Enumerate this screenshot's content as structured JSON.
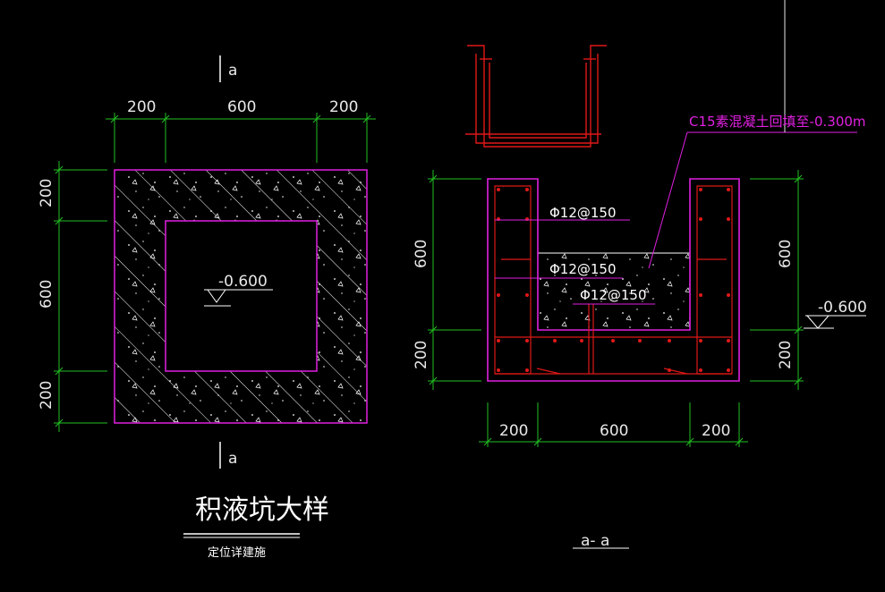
{
  "colors": {
    "background": "#000000",
    "dimension": "#22c022",
    "outline": "#e020e0",
    "rebar": "#e01818",
    "text": "#ffffff",
    "hatch": "#ffffff"
  },
  "plan": {
    "section_mark_top": "a",
    "section_mark_bottom": "a",
    "dim_top": [
      "200",
      "600",
      "200"
    ],
    "dim_left": [
      "200",
      "600",
      "200"
    ],
    "level": "-0.600",
    "title": "积液坑大样",
    "subtitle": "定位详建施"
  },
  "section": {
    "note": "C15素混凝土回填至-0.300m",
    "rebar_1": "Φ12@150",
    "rebar_2": "Φ12@150",
    "rebar_3": "Φ12@150",
    "dim_left": [
      "600",
      "200"
    ],
    "dim_right": [
      "600",
      "200"
    ],
    "dim_bottom": [
      "200",
      "600",
      "200"
    ],
    "level": "-0.600",
    "title": "a- a"
  }
}
